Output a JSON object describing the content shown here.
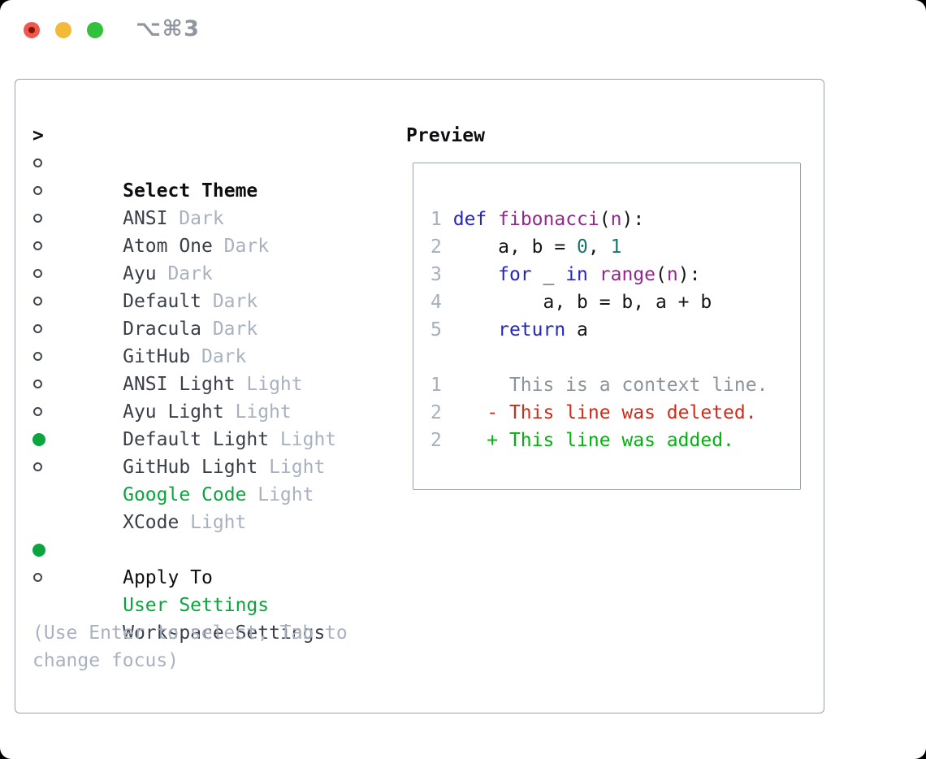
{
  "window": {
    "title": "⌥⌘3"
  },
  "colors": {
    "selected_green": "#0aa53e",
    "added_green": "#00b30d",
    "deleted_red": "#d02c1a",
    "keyword_blue": "#2526c1",
    "function_purple": "#93278f",
    "number_teal": "#16766e",
    "muted_gray": "#a9b1c0",
    "context_gray": "#8d939c",
    "border_gray": "#9ba3ae",
    "traffic_red": "#f2574d",
    "traffic_yellow": "#f5b93a",
    "traffic_green": "#32c03d"
  },
  "theme_list": {
    "cursor": ">",
    "header": "Select Theme",
    "items": [
      {
        "name": "ANSI",
        "variant": "Dark",
        "selected": false
      },
      {
        "name": "Atom One",
        "variant": "Dark",
        "selected": false
      },
      {
        "name": "Ayu",
        "variant": "Dark",
        "selected": false
      },
      {
        "name": "Default",
        "variant": "Dark",
        "selected": false
      },
      {
        "name": "Dracula",
        "variant": "Dark",
        "selected": false
      },
      {
        "name": "GitHub",
        "variant": "Dark",
        "selected": false
      },
      {
        "name": "ANSI Light",
        "variant": "Light",
        "selected": false
      },
      {
        "name": "Ayu Light",
        "variant": "Light",
        "selected": false
      },
      {
        "name": "Default Light",
        "variant": "Light",
        "selected": false
      },
      {
        "name": "GitHub Light",
        "variant": "Light",
        "selected": false
      },
      {
        "name": "Google Code",
        "variant": "Light",
        "selected": true
      },
      {
        "name": "XCode",
        "variant": "Light",
        "selected": false
      }
    ]
  },
  "apply_to": {
    "header": "Apply To",
    "options": [
      {
        "name": "User Settings",
        "selected": true
      },
      {
        "name": "Workspace Settings",
        "selected": false
      }
    ]
  },
  "hint": {
    "line1": "(Use Enter to select, Tab to",
    "line2": "change focus)"
  },
  "preview": {
    "title": "Preview",
    "code_lines": [
      {
        "num": "1",
        "tokens": [
          {
            "type": "plain",
            "text": " "
          },
          {
            "type": "keyword",
            "text": "def"
          },
          {
            "type": "plain",
            "text": " "
          },
          {
            "type": "function",
            "text": "fibonacci"
          },
          {
            "type": "plain",
            "text": "("
          },
          {
            "type": "function",
            "text": "n"
          },
          {
            "type": "plain",
            "text": "):"
          }
        ]
      },
      {
        "num": "2",
        "tokens": [
          {
            "type": "plain",
            "text": "     a, b = "
          },
          {
            "type": "number",
            "text": "0"
          },
          {
            "type": "plain",
            "text": ", "
          },
          {
            "type": "number",
            "text": "1"
          }
        ]
      },
      {
        "num": "3",
        "tokens": [
          {
            "type": "plain",
            "text": "     "
          },
          {
            "type": "keyword",
            "text": "for"
          },
          {
            "type": "plain",
            "text": " _ "
          },
          {
            "type": "keyword",
            "text": "in"
          },
          {
            "type": "plain",
            "text": " "
          },
          {
            "type": "function",
            "text": "range"
          },
          {
            "type": "plain",
            "text": "("
          },
          {
            "type": "function",
            "text": "n"
          },
          {
            "type": "plain",
            "text": "):"
          }
        ]
      },
      {
        "num": "4",
        "tokens": [
          {
            "type": "plain",
            "text": "         a, b = b, a + b"
          }
        ]
      },
      {
        "num": "5",
        "tokens": [
          {
            "type": "plain",
            "text": "     "
          },
          {
            "type": "keyword",
            "text": "return"
          },
          {
            "type": "plain",
            "text": " a"
          }
        ]
      },
      {
        "num": "",
        "tokens": []
      },
      {
        "num": "1",
        "tokens": [
          {
            "type": "context",
            "text": "      This is a context line."
          }
        ]
      },
      {
        "num": "2",
        "tokens": [
          {
            "type": "deleted",
            "text": "    - This line was deleted."
          }
        ]
      },
      {
        "num": "2",
        "tokens": [
          {
            "type": "added",
            "text": "    + This line was added."
          }
        ]
      }
    ]
  }
}
